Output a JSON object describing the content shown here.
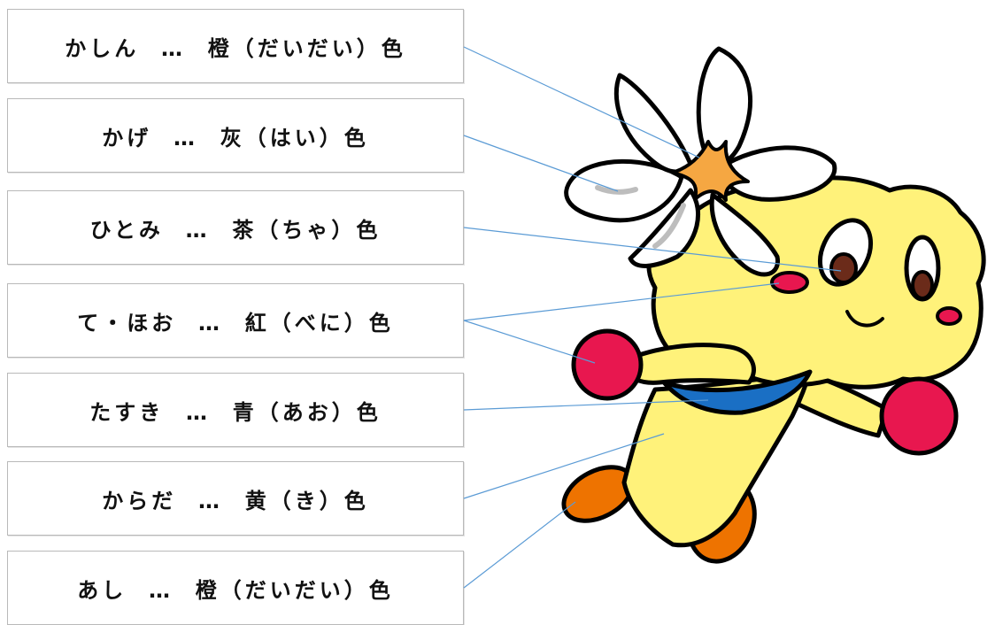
{
  "labels": [
    {
      "part": "かしん",
      "color": "橙（だいだい）色"
    },
    {
      "part": "かげ",
      "color": "灰（はい）色"
    },
    {
      "part": "ひとみ",
      "color": "茶（ちゃ）色"
    },
    {
      "part": "て・ほお",
      "color": "紅（べに）色"
    },
    {
      "part": "たすき",
      "color": "青（あお）色"
    },
    {
      "part": "からだ",
      "color": "黄（き）色"
    },
    {
      "part": "あし",
      "color": "橙（だいだい）色"
    }
  ],
  "separator": "…",
  "colors": {
    "leader_line": "#5b9bd5",
    "body_yellow": "#fff27a",
    "cheek_red": "#e8174f",
    "sash_blue": "#1a6fc4",
    "foot_orange": "#ee7300",
    "stamen_orange": "#f5a742",
    "eye_brown": "#6b2b1a"
  }
}
